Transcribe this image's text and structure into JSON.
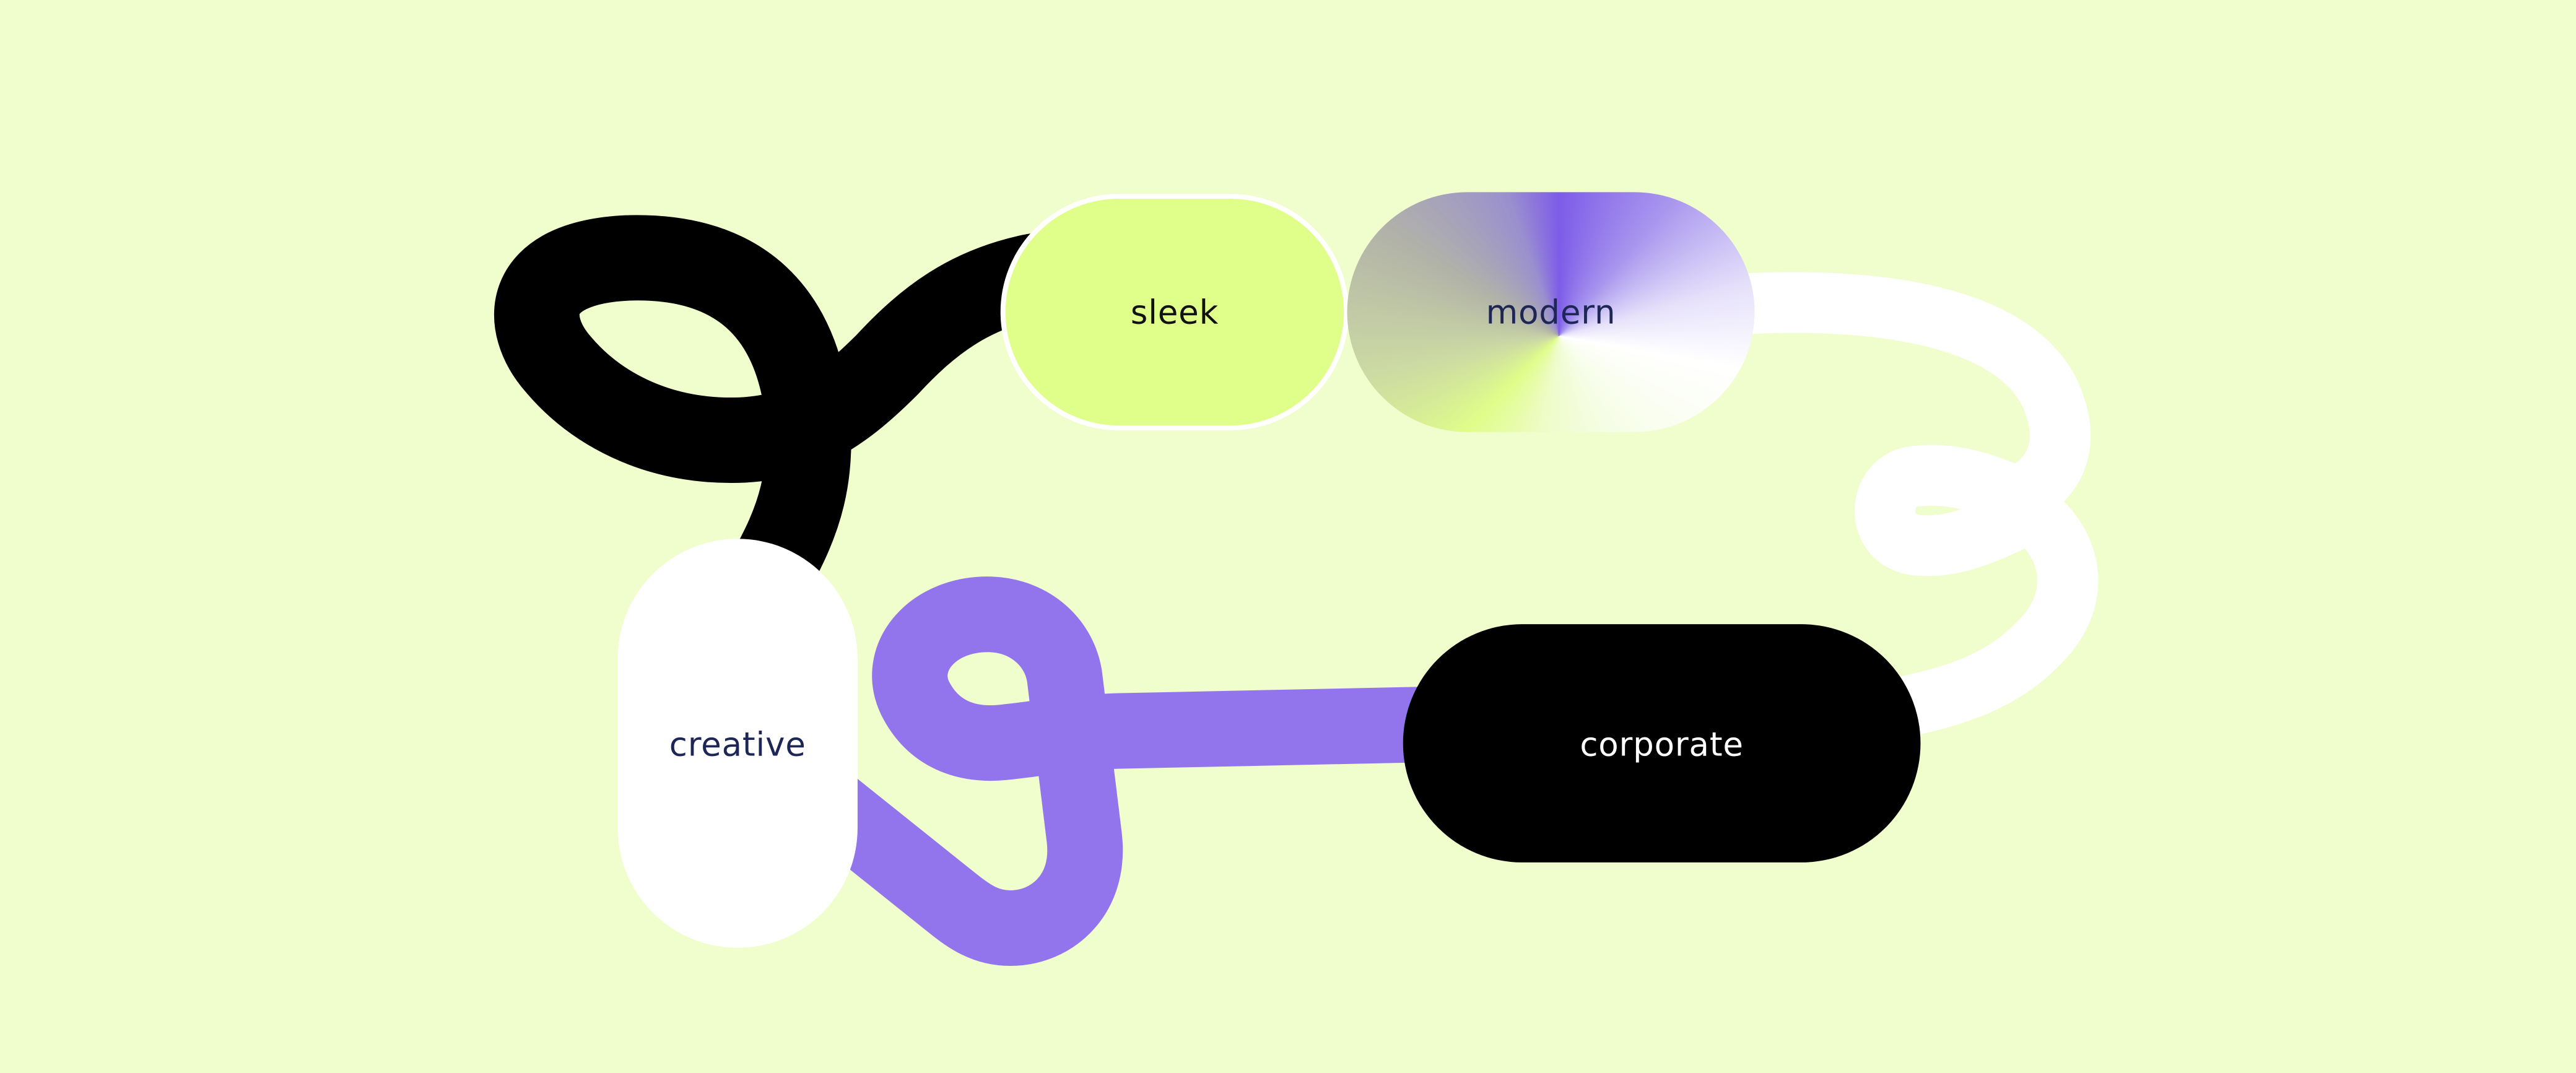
{
  "labels": {
    "sleek": "sleek",
    "modern": "modern",
    "creative": "creative",
    "corporate": "corporate"
  },
  "colors": {
    "background": "#f0fdcc",
    "lime": "#e0ff8a",
    "purple": "#9274ec",
    "black": "#000000",
    "white": "#ffffff",
    "navy_text": "#1d2654"
  }
}
